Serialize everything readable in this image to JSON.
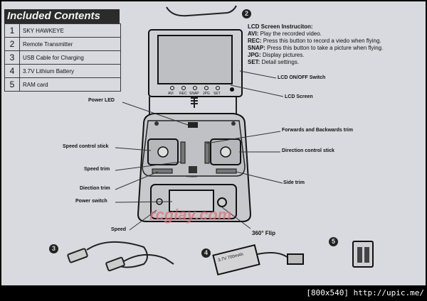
{
  "contents": {
    "title": "Included Contents",
    "items": [
      {
        "num": "1",
        "label": "SKY HAWKEYE"
      },
      {
        "num": "2",
        "label": "Remote Transmitter"
      },
      {
        "num": "3",
        "label": "USB Cable for Charging"
      },
      {
        "num": "4",
        "label": "3.7V  Lithium Battery"
      },
      {
        "num": "5",
        "label": "RAM card"
      }
    ]
  },
  "lcd": {
    "title": "LCD Screen Instruciton:",
    "lines": [
      {
        "key": "AVI:",
        "text": " Play the recorded video."
      },
      {
        "key": "REC:",
        "text": " Press this button to record a viedo when flying."
      },
      {
        "key": "SNAP:",
        "text": " Press this button to take a picture when flying."
      },
      {
        "key": "JPG:",
        "text": " Display pictures."
      },
      {
        "key": "SET:",
        "text": " Detail settings."
      }
    ],
    "buttons": [
      "AVI",
      "REC",
      "SNAP",
      "JPG",
      "SET"
    ]
  },
  "section_numbers": {
    "two": "2",
    "three": "3",
    "four": "4",
    "five": "5"
  },
  "labels": {
    "lcd_switch": "LCD ON/OFF Switch",
    "lcd_screen": "LCD Screen",
    "power_led": "Power LED",
    "fwd_back_trim": "Forwards and Backwards trim",
    "speed_stick": "Speed control stick",
    "direction_stick": "Direction control stick",
    "speed_trim": "Speed trim",
    "side_trim": "Side trim",
    "direction_trim": "Diection trim",
    "power_switch": "Power switch",
    "speed": "Speed",
    "flip": "360° Flip",
    "power_text": "POWER",
    "battery_text": "3.7V 700mAh"
  },
  "watermark": "rcgiay.com",
  "footer": "[800x540] http://upic.me/",
  "colors": {
    "paper": "#d9dadf",
    "ink": "#111111",
    "border": "#000000",
    "watermark": "#e0727a"
  }
}
